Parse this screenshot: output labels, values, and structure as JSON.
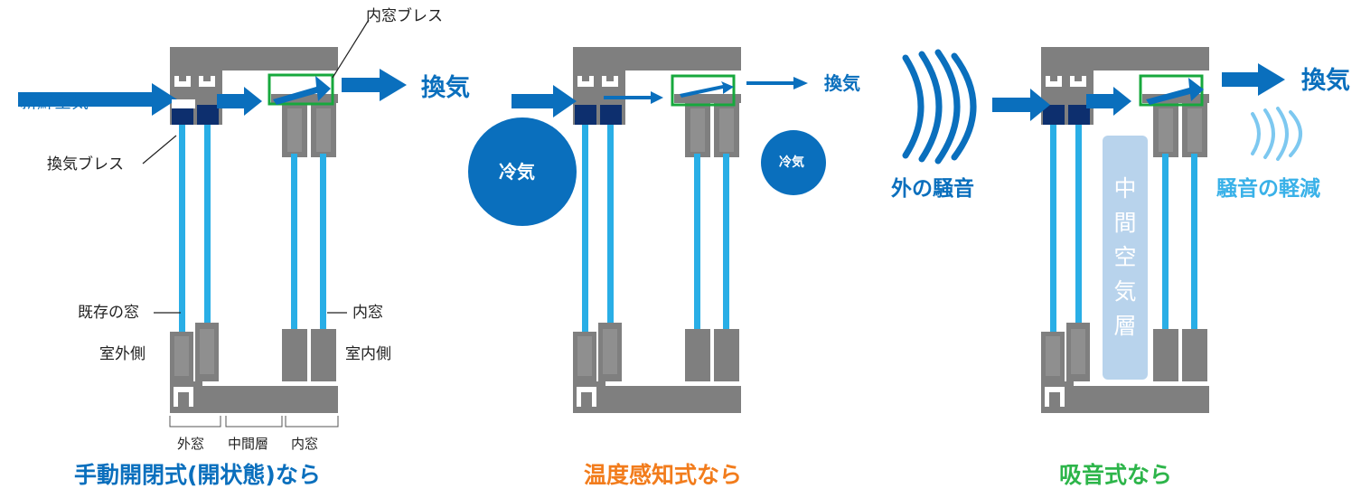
{
  "colors": {
    "frame": "#7f7f7f",
    "sash_dark": "#0d2f6e",
    "glass": "#29aee6",
    "arrow": "#0a6fbd",
    "brace_green": "#17a83d",
    "caption_manual": "#0a6fbd",
    "caption_temp": "#f27c1c",
    "caption_sound": "#2db54a",
    "noise_light": "#7dc8f0",
    "air_layer": "#b8d3ec"
  },
  "panel1": {
    "fresh_air": "新鮮空気",
    "inner_brace": "内窓ブレス",
    "vent_brace": "換気ブレス",
    "ventilation": "換気",
    "existing_window": "既存の窓",
    "inner_window": "内窓",
    "outdoor_side": "室外側",
    "indoor_side": "室内側",
    "bracket_outer": "外窓",
    "bracket_middle": "中間層",
    "bracket_inner": "内窓",
    "caption": "手動開閉式(開状態)なら"
  },
  "panel2": {
    "cold_air_big": "冷気",
    "cold_air_small": "冷気",
    "ventilation": "換気",
    "caption": "温度感知式なら"
  },
  "panel3": {
    "outside_noise": "外の騒音",
    "air_layer_chars": [
      "中",
      "間",
      "空",
      "気",
      "層"
    ],
    "ventilation": "換気",
    "noise_reduction": "騒音の軽減",
    "caption": "吸音式なら"
  }
}
